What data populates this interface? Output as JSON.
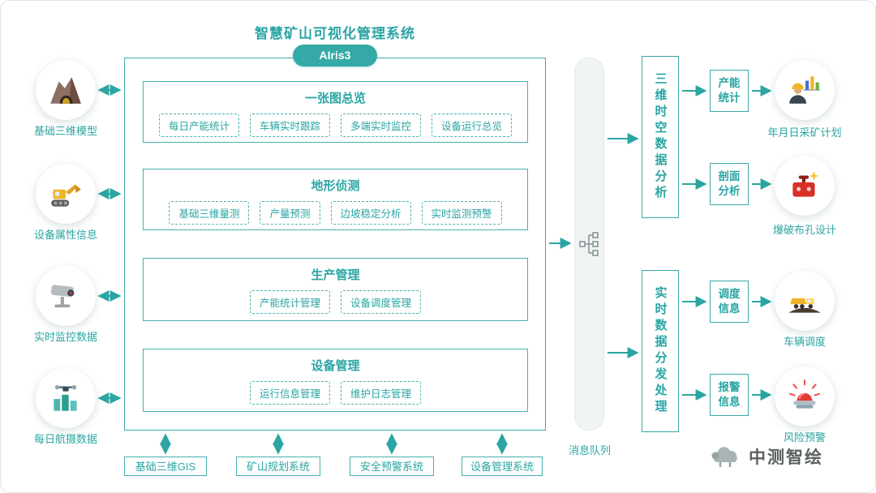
{
  "title": "智慧矿山可视化管理系统",
  "badge": "AIris3",
  "colors": {
    "accent": "#2aa5a3"
  },
  "left_inputs": [
    {
      "label": "基础三维模型",
      "icon": "mine-model-icon"
    },
    {
      "label": "设备属性信息",
      "icon": "excavator-icon"
    },
    {
      "label": "实时监控数据",
      "icon": "cctv-icon"
    },
    {
      "label": "每日航摄数据",
      "icon": "drone-icon"
    }
  ],
  "modules": [
    {
      "title": "一张图总览",
      "items": [
        "每日产能统计",
        "车辆实时跟踪",
        "多端实时监控",
        "设备运行总览"
      ]
    },
    {
      "title": "地形侦测",
      "items": [
        "基础三维量测",
        "产量预测",
        "边坡稳定分析",
        "实时监测预警"
      ]
    },
    {
      "title": "生产管理",
      "items": [
        "产能统计管理",
        "设备调度管理"
      ]
    },
    {
      "title": "设备管理",
      "items": [
        "运行信息管理",
        "维护日志管理"
      ]
    }
  ],
  "bottom_systems": [
    "基础三维GIS",
    "矿山规划系统",
    "安全预警系统",
    "设备管理系统"
  ],
  "message_queue": {
    "label": "消息队列"
  },
  "analysis_branch": {
    "pipeline": "三维时空数据分析",
    "outputs": [
      {
        "box": "产能统计",
        "result": "年月日采矿计划",
        "icon": "mining-plan-icon"
      },
      {
        "box": "剖面分析",
        "result": "爆破布孔设计",
        "icon": "blast-design-icon"
      }
    ]
  },
  "realtime_branch": {
    "pipeline": "实时数据分发处理",
    "outputs": [
      {
        "box": "调度信息",
        "result": "车辆调度",
        "icon": "truck-icon"
      },
      {
        "box": "报警信息",
        "result": "风险预警",
        "icon": "alarm-icon"
      }
    ]
  },
  "watermark": "中测智绘"
}
